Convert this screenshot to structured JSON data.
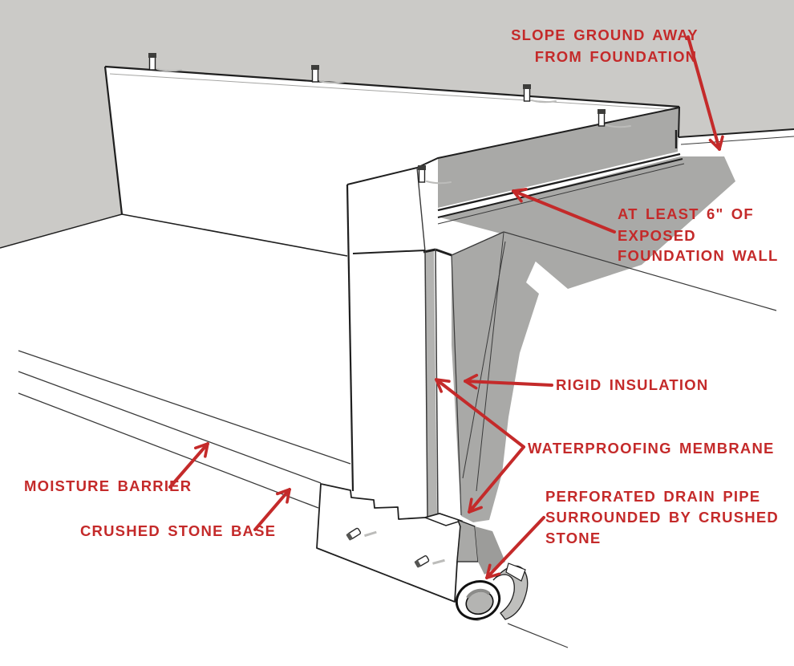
{
  "figure": {
    "title": "Foundation waterproofing and drainage detail",
    "type": "3d-architectural-detail-diagram",
    "colors": {
      "annotation_red": "#c42a2a",
      "backdrop_gray": "#cbcac7",
      "shadow_gray": "#a9a9a7",
      "membrane_strip_gray": "#b3b3b1",
      "line_black": "#1f1f1f",
      "surface_white": "#ffffff"
    }
  },
  "annotations": {
    "slope_ground": {
      "lines": [
        "SLOPE GROUND AWAY",
        "FROM FOUNDATION"
      ]
    },
    "exposed_wall": {
      "lines": [
        "AT LEAST 6\" OF",
        "EXPOSED",
        "FOUNDATION WALL"
      ]
    },
    "rigid_insulation": {
      "lines": [
        "RIGID INSULATION"
      ]
    },
    "waterproofing_membrane": {
      "lines": [
        "WATERPROOFING MEMBRANE"
      ]
    },
    "perforated_drain_pipe": {
      "lines": [
        "PERFORATED DRAIN PIPE",
        "SURROUNDED BY CRUSHED",
        "STONE"
      ]
    },
    "moisture_barrier": {
      "lines": [
        "MOISTURE BARRIER"
      ]
    },
    "crushed_stone_base": {
      "lines": [
        "CRUSHED STONE BASE"
      ]
    }
  }
}
